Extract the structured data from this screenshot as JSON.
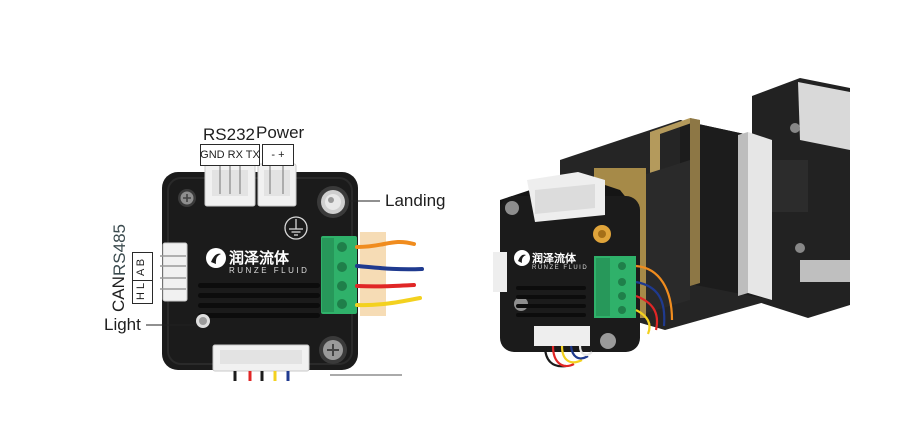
{
  "labels": {
    "rs232": "RS232",
    "rs232_pins": "GND RX TX",
    "power": "Power",
    "power_pins": "- +",
    "landing": "Landing",
    "can": "CAN",
    "can_pins": "H L",
    "rs485": "RS485",
    "rs485_pins": "A B",
    "light": "Light"
  },
  "brand": {
    "name": "润泽流体",
    "subtitle": "RUNZE FLUID"
  },
  "colors": {
    "board": "#1b1b1b",
    "terminal": "#2fb16a",
    "wire_orange": "#f08c1e",
    "wire_blue": "#1f3a8f",
    "wire_red": "#e02626",
    "wire_yellow": "#f3d11f",
    "motor_band": "#b49a5c"
  }
}
